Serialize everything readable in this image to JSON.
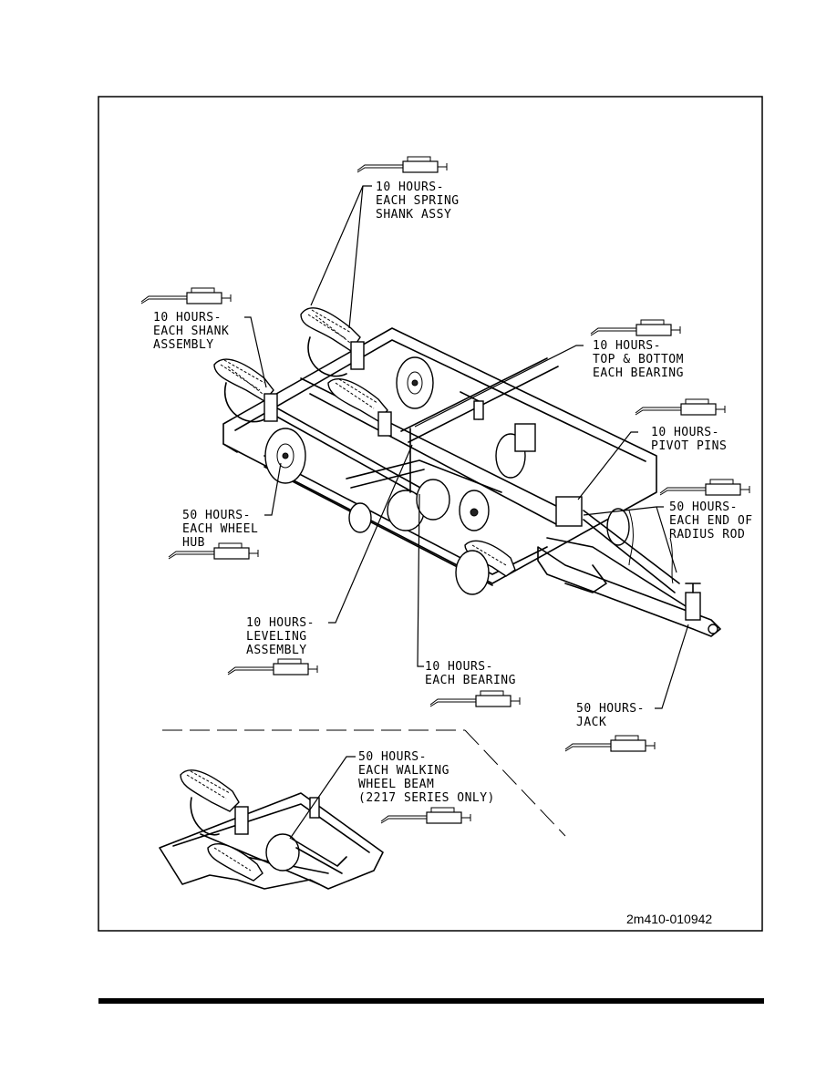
{
  "callouts": {
    "spring_shank": [
      "10 HOURS-",
      "EACH SPRING",
      "SHANK ASSY"
    ],
    "shank_assembly": [
      "10 HOURS-",
      "EACH SHANK",
      "ASSEMBLY"
    ],
    "top_bottom_bearing": [
      "10 HOURS-",
      "TOP & BOTTOM",
      "EACH BEARING"
    ],
    "pivot_pins": [
      "10 HOURS-",
      "PIVOT PINS"
    ],
    "radius_rod": [
      "50 HOURS-",
      "EACH END OF",
      "RADIUS ROD"
    ],
    "wheel_hub": [
      "50 HOURS-",
      "EACH WHEEL",
      "HUB"
    ],
    "leveling_assembly": [
      "10 HOURS-",
      "LEVELING",
      "ASSEMBLY"
    ],
    "each_bearing": [
      "10 HOURS-",
      "EACH BEARING"
    ],
    "jack": [
      "50 HOURS-",
      "JACK"
    ],
    "walking_beam": [
      "50 HOURS-",
      "EACH WALKING",
      "WHEEL BEAM",
      "(2217 SERIES ONLY)"
    ]
  },
  "drawing_id": "2m410-010942",
  "icons": [
    "grease-gun-icon"
  ]
}
